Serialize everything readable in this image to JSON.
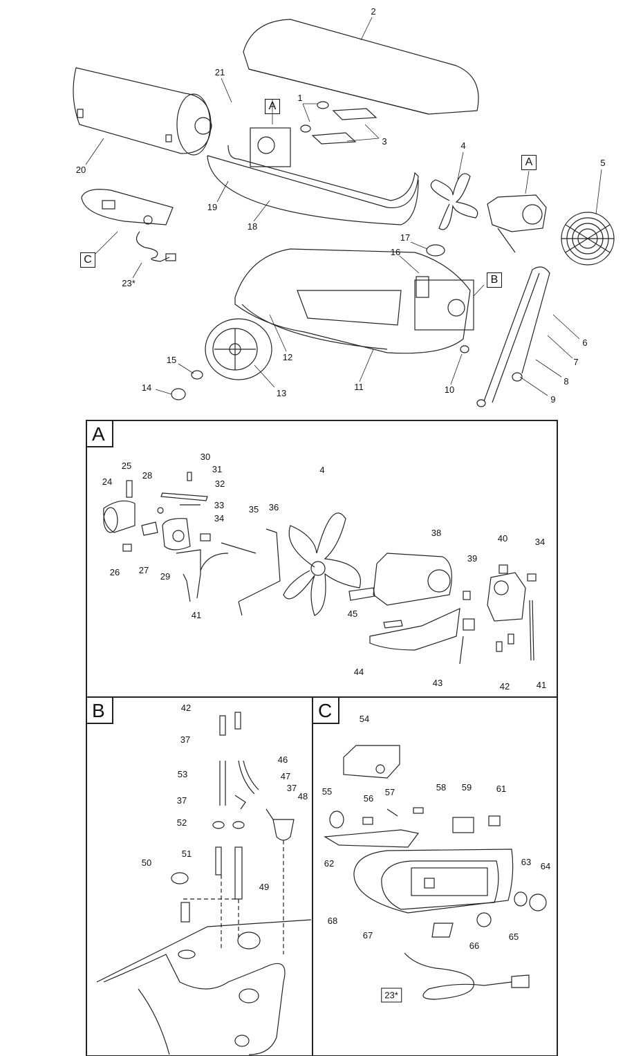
{
  "sections": {
    "a": "A",
    "b": "B",
    "c": "C"
  },
  "callouts": {
    "top": [
      "1",
      "2",
      "3",
      "4",
      "5",
      "6",
      "7",
      "8",
      "9",
      "10",
      "11",
      "12",
      "13",
      "14",
      "15",
      "16",
      "17",
      "18",
      "19",
      "20",
      "21",
      "23*"
    ],
    "a": [
      "24",
      "25",
      "26",
      "27",
      "28",
      "29",
      "30",
      "31",
      "32",
      "33",
      "34",
      "34",
      "35",
      "36",
      "38",
      "39",
      "4",
      "40",
      "41",
      "41",
      "42",
      "43",
      "44",
      "45"
    ],
    "b": [
      "37",
      "37",
      "37",
      "42",
      "46",
      "47",
      "48",
      "49",
      "50",
      "51",
      "52",
      "53"
    ],
    "c": [
      "23*",
      "54",
      "55",
      "56",
      "57",
      "58",
      "59",
      "61",
      "62",
      "63",
      "64",
      "65",
      "66",
      "67",
      "68"
    ]
  },
  "colors": {
    "line": "#222222",
    "fill": "#f2f2f2"
  }
}
